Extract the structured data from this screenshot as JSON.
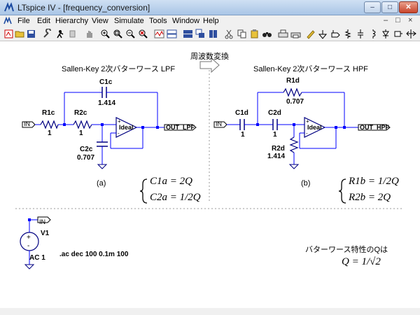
{
  "window": {
    "title": "LTspice IV - [frequency_conversion]",
    "min_glyph": "–",
    "max_glyph": "□",
    "close_glyph": "✕"
  },
  "menu": {
    "items": [
      "File",
      "Edit",
      "Hierarchy",
      "View",
      "Simulate",
      "Tools",
      "Window",
      "Help"
    ],
    "doc_controls": [
      "–",
      "□",
      "×"
    ]
  },
  "toolbar": {
    "icons": [
      "new-schematic-icon",
      "open-icon",
      "save-icon",
      "control-panel-icon",
      "run-icon",
      "halt-icon",
      "pan-icon",
      "zoom-in-icon",
      "zoom-fit-icon",
      "zoom-out-icon",
      "zoom-cancel-icon",
      "waveform-icon",
      "tile-horizontal-icon",
      "cascade-icon",
      "tile-vertical-icon",
      "cut-icon",
      "copy-icon",
      "paste-icon",
      "find-icon",
      "print-setup-icon",
      "print-icon",
      "pencil-icon",
      "ground-icon",
      "label-net-icon",
      "resistor-icon",
      "capacitor-icon",
      "inductor-icon",
      "diode-icon",
      "component-icon",
      "move-icon",
      "drag-icon",
      "undo-icon",
      "redo-icon",
      "text-icon",
      "spice-directive-icon"
    ]
  },
  "schematic": {
    "header_conversion": "周波数変換",
    "lpf": {
      "title": "Sallen-Key 2次バターワース LPF",
      "in_label": "IN",
      "r1_name": "R1c",
      "r1_value": "1",
      "r2_name": "R2c",
      "r2_value": "1",
      "c1_name": "C1c",
      "c1_value": "1.414",
      "c2_name": "C2c",
      "c2_value": "0.707",
      "opamp": "Ideal",
      "out_label": "OUT_LPF",
      "caption": "(a)"
    },
    "hpf": {
      "title": "Sallen-Key 2次バターワース HPF",
      "in_label": "IN",
      "c1_name": "C1d",
      "c1_value": "1",
      "c2_name": "C2d",
      "c2_value": "1",
      "r1_name": "R1d",
      "r1_value": "0.707",
      "r2_name": "R2d",
      "r2_value": "1.414",
      "opamp": "Ideal",
      "out_label": "OUT_HPF",
      "caption": "(b)"
    },
    "eq_lpf_1": "C1a = 2Q",
    "eq_lpf_2": "C2a = 1/2Q",
    "eq_hpf_1": "R1b = 1/2Q",
    "eq_hpf_2": "R2b = 2Q",
    "source": {
      "name": "V1",
      "value": "AC 1",
      "net": "IN"
    },
    "directive": ".ac dec 100 0.1m 100",
    "note": "バターワース特性のQは",
    "q_formula": "Q = 1/√2"
  },
  "colors": {
    "wire": "#0000ff",
    "component": "#000080",
    "junction": "#0000ff",
    "dashed_separator": "#9a9a9a"
  }
}
